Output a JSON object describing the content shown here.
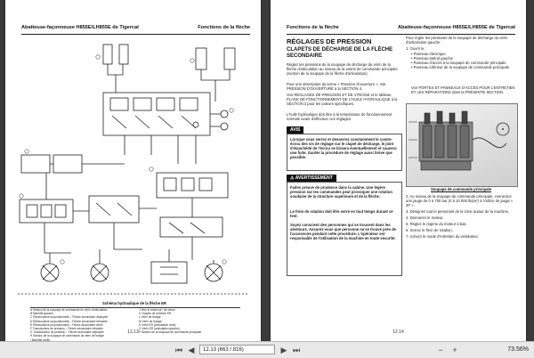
{
  "left_page": {
    "header_left": "Abatteuse-façonneuse H855E/LH855E de Tigercat",
    "header_right": "Fonctions de la flèche",
    "caption": "Schéma hydraulique de la flèche ER",
    "legend": [
      "A  Section de la soupape de commande du vérin d'articulation",
      "B  Manette gauche",
      "C  Électrovanne proportionnelle – Flèche secondaire déployée",
      "D  Électrovanne proportionnelle – Flèche secondaire rétractée",
      "E  Électrovanne proportionnelle – Flèche secondaire levée",
      "F  Transducteur de pression – Flèche secondaire rétractée",
      "G  Transducteur de pression – Flèche secondaire déployée",
      "H  Section de la soupape de commande du vérin de levage",
      "I  Manette droite",
      "J  Vers le réservoir / de retour",
      "K  Clapets de la flèche ER",
      "L  Vérin de levage",
      "M  Vérin de levage",
      "N  Vérin ER (articulation droit)",
      "O  Vérin ER (articulation gauche)",
      "P  Section de la soupape de commande principale"
    ],
    "page_number": "12.13"
  },
  "right_page": {
    "header_left": "Fonctions de la flèche",
    "header_right": "Abatteuse-façonneuse H855E/LH855E de Tigercat",
    "title": "RÉGLAGES DE PRESSION",
    "subtitle": "CLAPETS DE DÉCHARGE DE LA FLÈCHE SECONDAIRE",
    "para1": "Réglez les pressions de la soupape de décharge du vérin de la flèche d'articulation au niveau de la vanne de commande principale (section de la soupape de la flèche d'articulation).",
    "para2": "Pour une description du terme « Pression d'ouverture », voir PRESSION D'OUVERTURE à la SECTION 4.",
    "para3": "Voir RÉGLAGES DE PRESSION ET DE VITESSE et le tableau PLAGE DE FONCTIONNEMENT DE L'HUILE HYDRAULIQUE à la SECTION 3 pour les valeurs spécifiques.",
    "para4": "L'huile hydraulique doit être à la température de fonctionnement normale avant d'effectuer ces réglages.",
    "avis_tag": "AVIS",
    "avis_text": "Lorsque vous serrez et desserrez constamment le contre-écrou des vis de réglage sur le clapet de décharge, le joint d'étanchéité de l'écrou se brisera éventuellement et causera une fuite. Garder la procédure de réglage aussi brève que possible.",
    "warn_tag": "AVERTISSEMENT",
    "warn_text1": "Faites preuve de prudence dans la cabine. Une légère pression sur les commandes peut provoquer une rotation soudaine de la structure supérieure et de la flèche.",
    "warn_text2": "Le frein de rotation doit être serré en tout temps durant ce test.",
    "warn_text3": "Soyez conscient des personnes qui se trouvent dans les alentours. Assurez-vous que personne ne se trouve près de l'accessoire pendant cette procédure. L'opérateur est responsable de l'utilisation de la machine en toute sécurité.",
    "col2_intro": "Pour régler les pressions de la soupape de décharge du vérin d'articulation gauche :",
    "step1": "1.  Ouvrir le :",
    "bullets": [
      "• Panneau électrique",
      "• Panneau latéral gauche",
      "• Panneau d'accès à la soupape de commande principale",
      "• Panneau inférieur de la soupape de commande principale"
    ],
    "see_text": "Voir PORTES ET PANNEAUX D'ACCÈS POUR L'ENTRETIEN ET LES RÉPARATIONS dans la PRÉSENTE SECTION.",
    "figure_caption": "Soupape de commande principale",
    "steps": [
      "2.  Au niveau de la soupape de commande principale, connectez une jauge de 0 à 700 bar (0 à 10 000 lb/po²) à l'orifice de jauge « 4P ».",
      "3.  Désignez tout le personnel de la zone autour de la machine.",
      "4.  Démarrez le moteur.",
      "5.  Réglez le régime du moteur à bas.",
      "6.  Serrez le frein de rotation.",
      "7.  Activez le mode d'entretien du ventilateur."
    ],
    "page_number": "12.14"
  },
  "statusbar": {
    "page_field": "12.13 (663 / 816)",
    "zoom": "73.56%"
  }
}
